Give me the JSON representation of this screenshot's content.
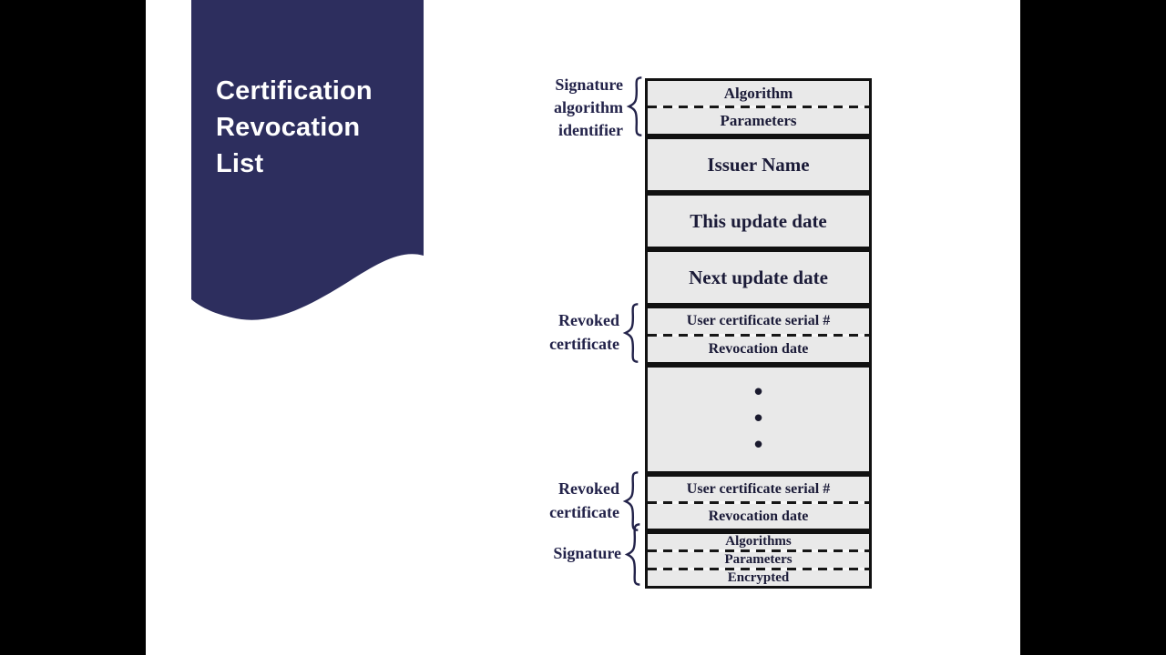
{
  "letterbox_color": "#000000",
  "title_panel": {
    "color": "#2d2e5e",
    "title_lines": [
      "Certification",
      "Revocation",
      "List"
    ]
  },
  "diagram": {
    "labels": {
      "sig_alg": [
        "Signature",
        "algorithm",
        "identifier"
      ],
      "revoked1": [
        "Revoked",
        "certificate"
      ],
      "revoked2": [
        "Revoked",
        "certificate"
      ],
      "signature": [
        "Signature"
      ]
    },
    "table": {
      "sig_alg": {
        "algorithm": "Algorithm",
        "parameters": "Parameters"
      },
      "issuer": "Issuer Name",
      "this_update": "This update date",
      "next_update": "Next update date",
      "revoked1": {
        "serial": "User certificate serial #",
        "date": "Revocation date"
      },
      "dots": [
        "•",
        "•",
        "•"
      ],
      "revoked2": {
        "serial": "User certificate serial #",
        "date": "Revocation date"
      },
      "signature": {
        "algorithms": "Algorithms",
        "parameters": "Parameters",
        "encrypted": "Encrypted"
      }
    },
    "colors": {
      "cell_bg": "#e9e9e9",
      "border": "#111111",
      "cell_text": "#1b1b38",
      "label_text": "#23234a"
    }
  }
}
